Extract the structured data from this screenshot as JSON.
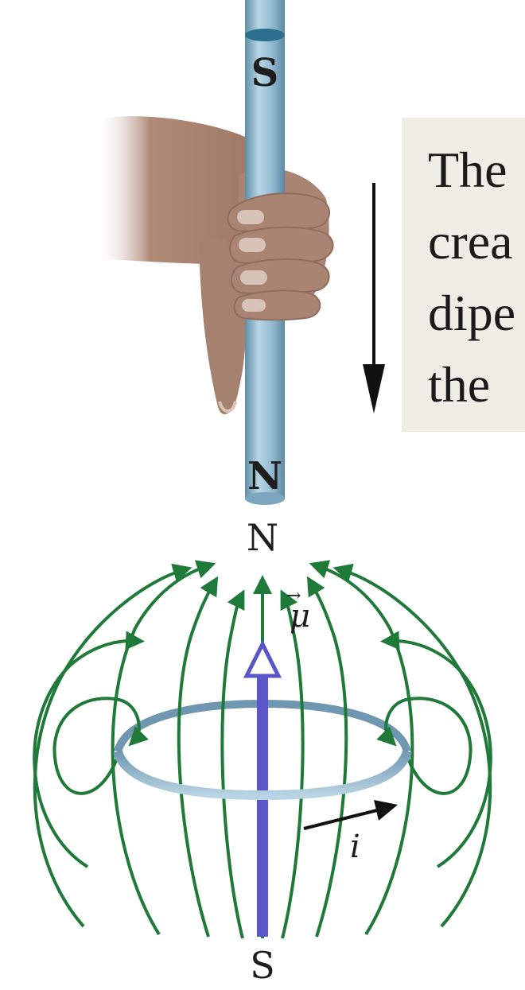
{
  "magnet": {
    "top_pole": "S",
    "bottom_pole": "N"
  },
  "caption": {
    "lines": [
      "The",
      "crea",
      "dipe",
      "the"
    ]
  },
  "dipole": {
    "top_pole": "N",
    "bottom_pole": "S",
    "moment_symbol": "μ",
    "current_symbol": "i"
  },
  "colors": {
    "field_lines": "#1f7a3a",
    "loop": "#8fb3c9",
    "moment_arrow": "#5a55c8",
    "magnet_rod": "#8fb8cf",
    "hand_skin": "#a98472",
    "caption_box": "#eeeee6"
  }
}
